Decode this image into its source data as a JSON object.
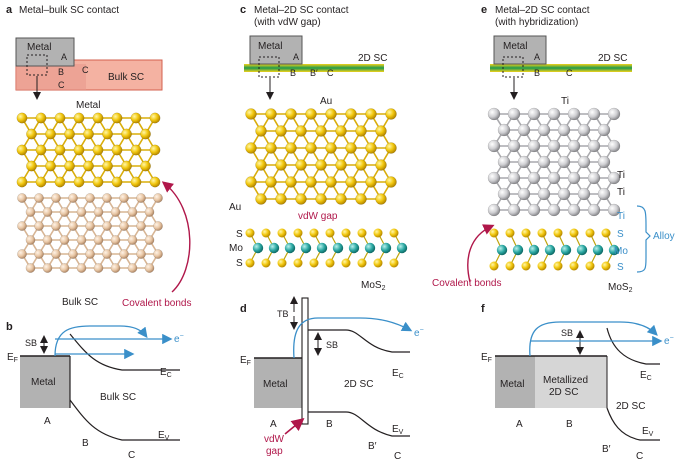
{
  "figure": {
    "panel_a": {
      "letter": "a",
      "title": "Metal–bulk SC contact",
      "metal": "Metal",
      "regions": {
        "a": "A",
        "b": "B",
        "c1": "C",
        "c2": "C"
      },
      "bulk_sc": "Bulk SC",
      "metal_atoms": "Metal",
      "bulk_atoms": "Bulk SC",
      "covalent": "Covalent bonds"
    },
    "panel_b": {
      "letter": "b",
      "sb": "SB",
      "ef": "E",
      "ef_sub": "F",
      "e_minus": "e",
      "e_sup": "−",
      "metal": "Metal",
      "bulk_sc": "Bulk SC",
      "ec": "E",
      "ec_sub": "C",
      "ev": "E",
      "ev_sub": "V",
      "a": "A",
      "b": "B",
      "c": "C"
    },
    "panel_c": {
      "letter": "c",
      "title1": "Metal–2D SC contact",
      "title2": "(with vdW gap)",
      "metal": "Metal",
      "twod_sc": "2D SC",
      "a": "A",
      "b": "B",
      "bprime": "B′",
      "c": "C",
      "au_top": "Au",
      "au_side": "Au",
      "vdw_gap": "vdW gap",
      "s1": "S",
      "mo": "Mo",
      "s2": "S",
      "mos2": "MoS",
      "mos2_sub": "2"
    },
    "panel_d": {
      "letter": "d",
      "tb": "TB",
      "sb": "SB",
      "ef": "E",
      "ef_sub": "F",
      "e_minus": "e",
      "e_sup": "−",
      "metal": "Metal",
      "twod_sc": "2D SC",
      "ec": "E",
      "ec_sub": "C",
      "ev": "E",
      "ev_sub": "V",
      "a": "A",
      "b": "B",
      "bprime": "B′",
      "c": "C",
      "vdw1": "vdW",
      "vdw2": "gap"
    },
    "panel_e": {
      "letter": "e",
      "title1": "Metal–2D SC contact",
      "title2": "(with hybridization)",
      "metal": "Metal",
      "twod_sc": "2D SC",
      "a": "A",
      "b": "B",
      "c": "C",
      "ti_top": "Ti",
      "ti1": "Ti",
      "ti2": "Ti",
      "ti_blue": "Ti",
      "s_blue1": "S",
      "mo_blue": "Mo",
      "s_blue2": "S",
      "alloy": "Alloy",
      "covalent": "Covalent bonds",
      "mos2": "MoS",
      "mos2_sub": "2"
    },
    "panel_f": {
      "letter": "f",
      "sb": "SB",
      "ef": "E",
      "ef_sub": "F",
      "e_minus": "e",
      "e_sup": "−",
      "metal": "Metal",
      "metallized1": "Metallized",
      "metallized2": "2D SC",
      "twod_sc": "2D SC",
      "ec": "E",
      "ec_sub": "C",
      "ev": "E",
      "ev_sub": "V",
      "a": "A",
      "b": "B",
      "bprime": "B′",
      "c": "C"
    },
    "colors": {
      "metal_gray": "#b2b2b2",
      "au_yellow": "#f2c80f",
      "bulk_pink": "#f2a89a",
      "mo_teal": "#2aa7a2",
      "ti_gray": "#cfcfd2",
      "blue": "#3a8fc9",
      "red": "#b0174a"
    }
  }
}
